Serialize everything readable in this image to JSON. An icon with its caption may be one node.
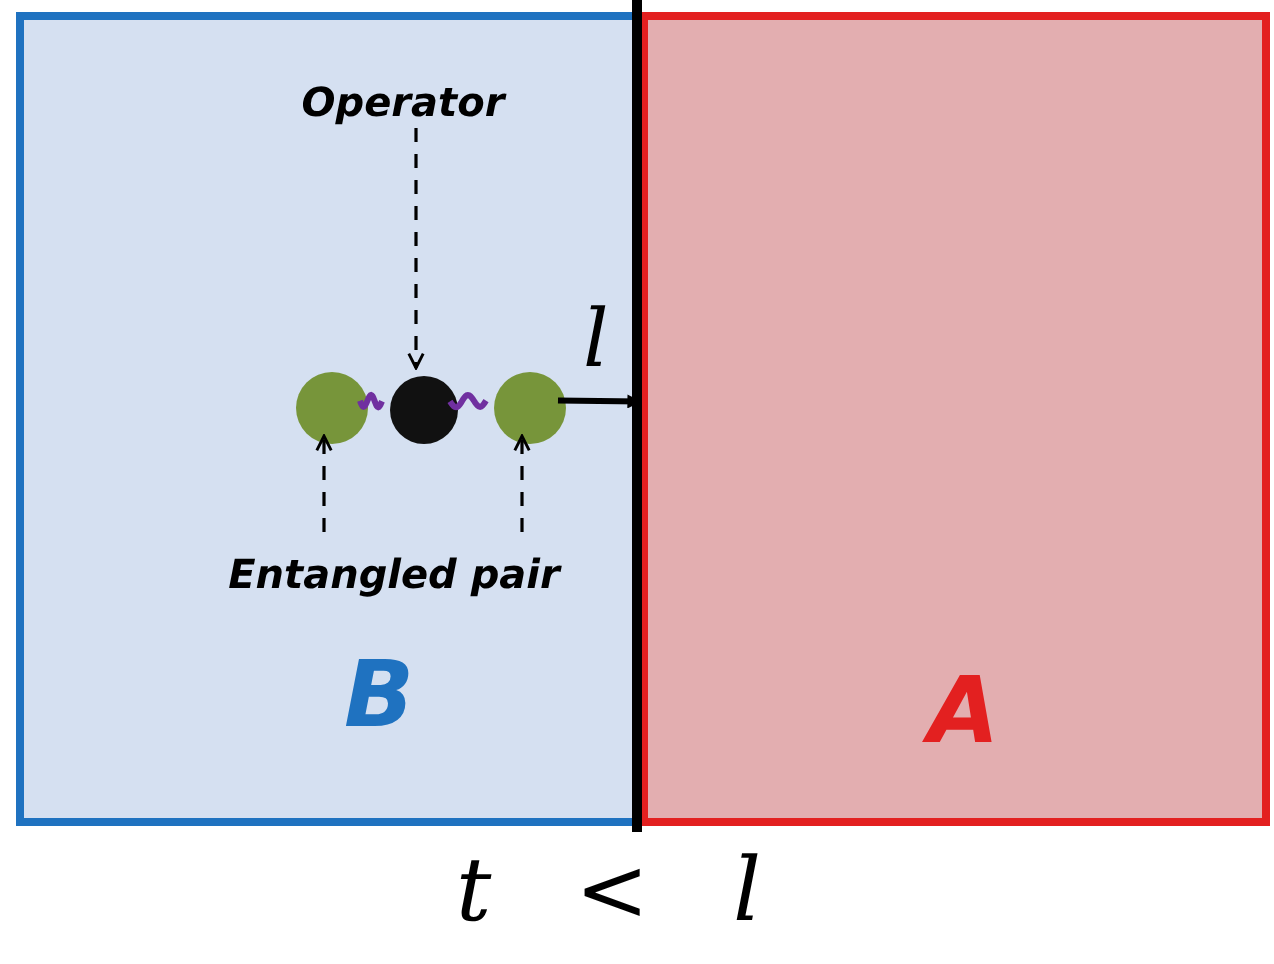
{
  "diagram": {
    "nodes": [
      {
        "text": [
          "B"
        ]
      },
      {
        "text": [
          "Operator"
        ],
        "in": 0
      },
      {
        "text": [],
        "shape": "circle",
        "in": 0
      },
      {
        "text": [],
        "shape": "circle",
        "in": 0
      },
      {
        "text": [],
        "shape": "circle",
        "in": 0
      },
      {
        "text": [
          "Entangled pair"
        ],
        "in": 0
      },
      {
        "text": [
          "A"
        ]
      }
    ],
    "edges": [
      {
        "from": 1,
        "to": 3,
        "arrow": "to",
        "style": "dashed"
      },
      {
        "from": 5,
        "to": 2,
        "arrow": "to",
        "style": "dashed"
      },
      {
        "from": 5,
        "to": 4,
        "arrow": "to",
        "style": "dashed"
      },
      {
        "from": 2,
        "to": 3,
        "arrow": "none",
        "color": "#7030a0"
      },
      {
        "from": 3,
        "to": 4,
        "arrow": "none",
        "color": "#7030a0"
      },
      {
        "from": 4,
        "to": 6,
        "arrow": "to",
        "label": "l"
      }
    ],
    "labels": [
      "*t* < *l*"
    ]
  }
}
